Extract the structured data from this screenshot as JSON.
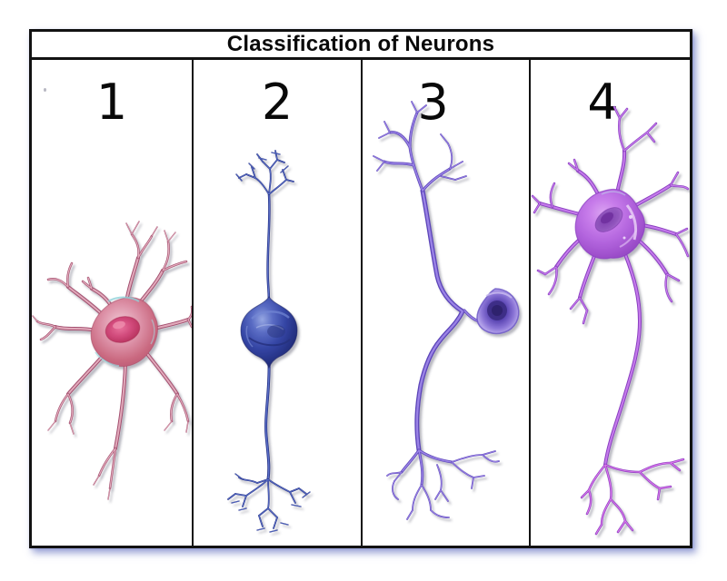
{
  "title": "Classification of Neurons",
  "panels": [
    {
      "number": "1",
      "illustration": "multipolar-neuron-pink"
    },
    {
      "number": "2",
      "illustration": "bipolar-neuron-blue"
    },
    {
      "number": "3",
      "illustration": "pseudounipolar-neuron-purple"
    },
    {
      "number": "4",
      "illustration": "multipolar-neuron-violet"
    }
  ],
  "colors": {
    "border": "#121212",
    "background": "#ffffff",
    "table_shadow": "#848ecc",
    "neuron1_branch": "#a3506f",
    "neuron1_soma": "#d98ba2",
    "neuron1_nucleus": "#c2456f",
    "neuron2_body": "#3445a4",
    "neuron3_body": "#8a74d6",
    "neuron3_nucleus": "#3a2a80",
    "neuron4_body": "#b264dd",
    "neuron4_nucleus": "#7e3fae"
  }
}
